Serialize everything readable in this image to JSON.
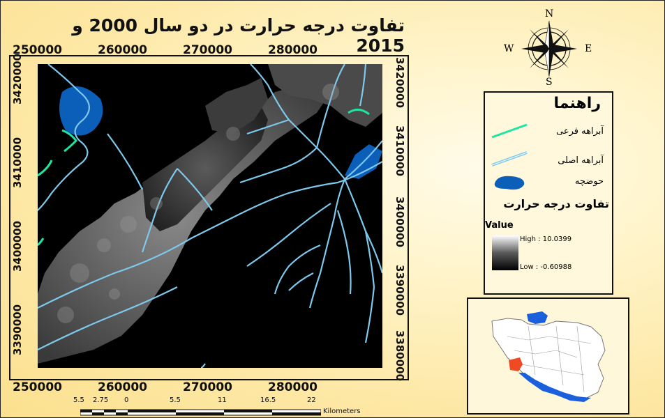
{
  "title": "تفاوت درجه حرارت در دو سال 2000 و 2015",
  "axes": {
    "x_ticks": [
      "250000",
      "260000",
      "270000",
      "280000"
    ],
    "y_ticks": [
      "3420000",
      "3410000",
      "3400000",
      "3390000",
      "3380000"
    ]
  },
  "compass": {
    "n": "N",
    "s": "S",
    "e": "E",
    "w": "W"
  },
  "legend": {
    "title": "راهنما",
    "items": [
      {
        "label": "آبراهه فرعی",
        "symbol": "line",
        "color": "#1ee6a0"
      },
      {
        "label": "آبراهه اصلی",
        "symbol": "double-line",
        "color": "#7ec8ec"
      },
      {
        "label": "حوضچه",
        "symbol": "polygon",
        "color": "#0b5fb8"
      }
    ],
    "raster_title": "تفاوت درجه حرارت",
    "value_label": "Value",
    "high": "High : 10.0399",
    "low": "Low : -0.60988"
  },
  "scale": {
    "labels": [
      "5.5",
      "2.75",
      "0",
      "5.5",
      "11",
      "16.5",
      "22"
    ],
    "unit": "Kilometers"
  },
  "colors": {
    "main_stream": "#7ec8ec",
    "sub_stream": "#1ee6a0",
    "pond": "#0b5fb8",
    "highlight_province": "#f04a24",
    "water_inset": "#1a5fdc"
  }
}
